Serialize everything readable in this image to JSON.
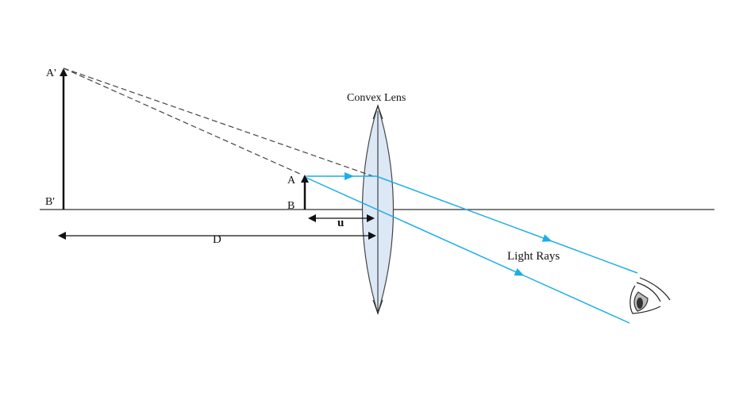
{
  "labels": {
    "image_top": "A'",
    "image_base": "B'",
    "object_top": "A",
    "object_base": "B",
    "lens": "Convex Lens",
    "rays": "Light Rays",
    "object_distance": "u",
    "image_distance": "D"
  },
  "colors": {
    "ray": "#1eaee6",
    "axis": "#555555",
    "lens_fill": "#dce8f5",
    "lens_stroke": "#444444",
    "arrow": "#111111",
    "dashed": "#444444"
  }
}
